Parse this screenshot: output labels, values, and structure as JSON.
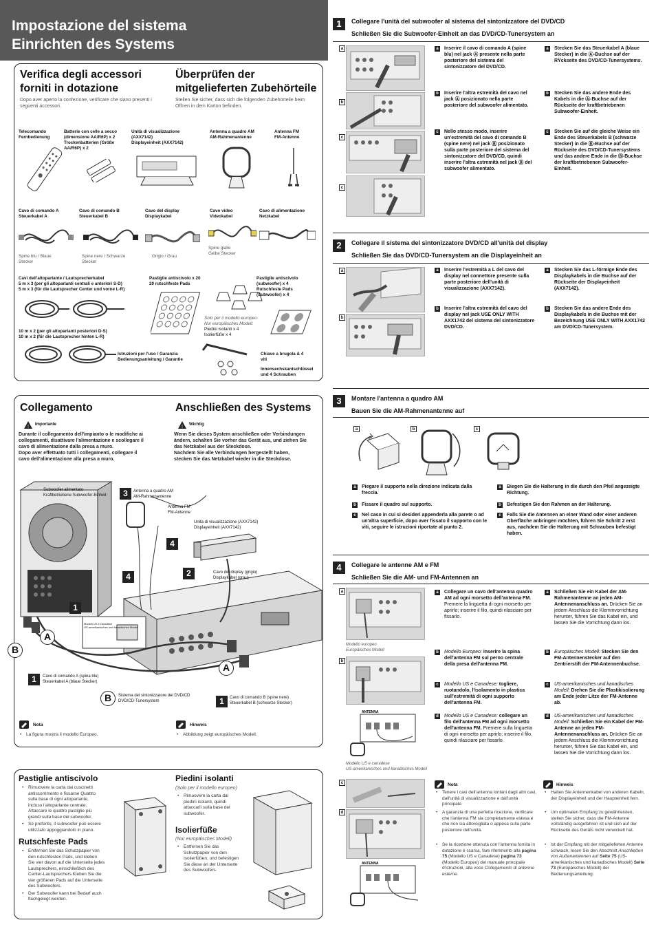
{
  "banner": {
    "line1": "Impostazione del sistema",
    "line2": "Einrichten des Systems"
  },
  "accessories": {
    "title_it": "Verifica degli accessori forniti in dotazione",
    "title_it_l1": "Verifica degli accessori",
    "title_it_l2": "forniti in dotazione",
    "intro_it": "Dopo aver aperto la confezione, verificare che siano presenti i seguenti accessori.",
    "title_de_l1": "Überprüfen der",
    "title_de_l2": "mitgelieferten Zubehörteile",
    "intro_de": "Stellen Sie sicher, dass sich die folgenden Zubehörteile beim Öffnen in dem Karton befinden.",
    "items": {
      "remote": "Telecomando Fernbedienung",
      "remote_l1": "Telecomando",
      "remote_l2": "Fernbedienung",
      "batt_l1": "Batterie con celle a secco",
      "batt_l2": "(dimensione AA/R6P) x 2",
      "batt_l3": "Trockenbatterien (Größe",
      "batt_l4": "AA/R6P) x 2",
      "disp_l1": "Unità di visualizzazione",
      "disp_l2": "(AXX7142)",
      "disp_l3": "Displayeinheit (AXX7142)",
      "am_l1": "Antenna a quadro AM",
      "am_l2": "AM-Rahmenantenne",
      "fm_l1": "Antenna FM",
      "fm_l2": "FM-Antenne",
      "cabA_l1": "Cavo di comando A",
      "cabA_l2": "Steuerkabel A",
      "cabA_sub_l1": "Spine blu / Blaue",
      "cabA_sub_l2": "Stecker",
      "cabB_l1": "Cavo di comando B",
      "cabB_l2": "Steuerkabel B",
      "cabB_sub_l1": "Spine nere / Schwarze",
      "cabB_sub_l2": "Stecker",
      "dispcab_l1": "Cavo del display",
      "dispcab_l2": "Displaykabel",
      "dispcab_sub": "Grigio / Grau",
      "video_l1": "Cavo video",
      "video_l2": "Videokabel",
      "video_sub_l1": "Spine gialle",
      "video_sub_l2": "Gelbe Stecker",
      "power_l1": "Cavo di alimentazione",
      "power_l2": "Netzkabel",
      "spk_l1": "Cavi dell'altoparlante / Lautsprecherkabel",
      "spk_l2": "5 m x 3 (per gli altoparlanti  centrali e anteriori S-D)",
      "spk_l3": "5 m x 3 (für die Lautsprecher Center und vorne L-R)",
      "spk_l4": "10 m x 2 (per gli altoparlanti posteriori D-S)",
      "spk_l5": "10 m x 2 (für die Lautsprecher hinten L-R)",
      "pads_l1": "Pastiglie antiscivolo x 20",
      "pads_l2": "20 rutschfeste Pads",
      "sub_pads_l1": "Pastiglie antiscivolo",
      "sub_pads_l2": "(subwoofer) x 4",
      "sub_pads_l3": "Rutschfeste Pads",
      "sub_pads_l4": "(Subwoofer) x 4",
      "eu_only_l1": "Solo per il modello europeo:",
      "eu_only_l2": "Nur europäisches Modell:",
      "feet_l1": "Piedini isolanti x 4",
      "feet_l2": "Isolierfüße x 4",
      "manual_l1": "Istruzioni per l'uso / Garanzia",
      "manual_l2": "Bedienungsanleitung / Garantie",
      "key_l1": "Chiave a brugola & 4",
      "key_l2": "viti",
      "key_l3": "Innensechskantschlüssel",
      "key_l4": "und 4 Schrauben"
    }
  },
  "connecting": {
    "title_it": "Collegamento",
    "title_de": "Anschließen des Systems",
    "important_label": "Importante",
    "important_l1": "Durante il collegamento dell'impianto o le modifiche ai",
    "important_l2": "collegamenti, disattivare l'alimentazione e scollegare il",
    "important_l3": "cavo di alimentazione dalla presa a muro.",
    "important_l4": "Dopo aver effettuato tutti i collegamenti, collegare il",
    "important_l5": "cavo dell'alimentazione alla presa a muro.",
    "wichtig_label": "Wichtig",
    "wichtig_l1": "Wenn Sie dieses System anschließen oder Verbindungen",
    "wichtig_l2": "ändern, schalten Sie vorher das Gerät aus, und ziehen Sie",
    "wichtig_l3": "das Netzkabel aus der Steckdose.",
    "wichtig_l4": "Nachdem Sie alle Verbindungen hergestellt haben,",
    "wichtig_l5": "stecken Sie das Netzkabel wieder in die Steckdose.",
    "labels": {
      "sub_l1": "Subwoofer alimentato",
      "sub_l2": "Kraftbetriebene Subwoofer-Einheit",
      "am_l1": "Antenna a quadro AM",
      "am_l2": "AM-Rahmenantenne",
      "fm_l1": "Antenna FM",
      "fm_l2": "FM-Antenne",
      "disp_l1": "Unità di visualizzazione (AXX7142)",
      "disp_l2": "Displayeinheit (AXX7142)",
      "dcab_l1": "Cavo del display (grigio)",
      "dcab_l2": "Displaykabel (grau)",
      "cabA_l1": "Cavo di comando A (spina blu)",
      "cabA_l2": "Steuerkabel A (blaue Stecker)",
      "tuner_l1": "Sistema del sintonizzatore del DVD/CD",
      "tuner_l2": "DVD/CD-Tunersystem",
      "cabB_l1": "Cavo di comando B (spine nere)",
      "cabB_l2": "Steuerkabel B (schwarze Stecker)",
      "usmodel_l1": "Modelli US e canadese",
      "usmodel_l2": "US-amerikanisches und kanadisches Modell",
      "n1": "1",
      "n2": "2",
      "n3": "3",
      "n4": "4",
      "lA": "A",
      "lB": "B"
    },
    "nota_label": "Nota",
    "nota_text": "La figura mostra il modello Europeo.",
    "hinweis_label": "Hinweis",
    "hinweis_text": "Abbildung zeigt europäisches Modell."
  },
  "pads": {
    "title_it": "Pastiglie antiscivolo",
    "it_b1_l1": "Rimuovere la carta dai cuscinetti",
    "it_b1_l2": "antiscorrimento e fissarne Quattro",
    "it_b1_l3": "sulla base di ogni altoparlante,",
    "it_b1_l4": "incluso l'altoparlante centrale.",
    "it_b1_l5": "Attaccare le quattro pastiglie più",
    "it_b1_l6": "grandi sulla base del subwoofer.",
    "it_b2_l1": "Se preferito, il subwoofer può essere",
    "it_b2_l2": "utilizzato appoggiandolo in piano.",
    "title_de": "Rutschfeste Pads",
    "de_b1_l1": "Entfernen Sie das Schutzpapier von",
    "de_b1_l2": "den rutschfesten Pads, und kleben",
    "de_b1_l3": "Sie vier davon auf die Unterseite jedes",
    "de_b1_l4": "Lautsprechers, einschließlich des",
    "de_b1_l5": "Center-Lautsprechers.Kleben Sie die",
    "de_b1_l6": "vier größeren Pads auf die Unterseite",
    "de_b1_l7": "des Subwoofers.",
    "de_b2_l1": "Der Subwoofer kann bei Bedarf auch",
    "de_b2_l2": "flachgelegt werden.",
    "feet_title_it": "Piedini isolanti",
    "feet_sub_it": "(Solo per il modello europeo)",
    "feet_it_l1": "Rimuovere la carta dai",
    "feet_it_l2": "piedini isolanti, quindi",
    "feet_it_l3": "attaccarli sulla base del",
    "feet_it_l4": "subwoofer.",
    "feet_title_de": "Isolierfüße",
    "feet_sub_de": "(Nur europäisches Modell)",
    "feet_de_l1": "Entfernen Sie das",
    "feet_de_l2": "Schutzpapier von den",
    "feet_de_l3": "Isolierfüßen, und befestigen",
    "feet_de_l4": "Sie diese an der Unterseite",
    "feet_de_l5": "des Subwoofers."
  },
  "s1": {
    "num": "1",
    "t_it": "Collegare l'unità del subwoofer al sistema del sintonizzatore del DVD/CD",
    "t_de": "Schließen Sie die Subwoofer-Einheit an das DVD/CD-Tunersystem an",
    "a_it": "Inserire il cavo di comando A (spine blu) nel jack Ⓐ presente nella parte posteriore del sistema del sintonizzatore del DVD/CD.",
    "a_de": "Stecken Sie das Steuerkabel A (blaue Stecker) in die Ⓐ-Buchse auf der RŸckseite des DVD/CD-Tunersystems.",
    "b_it": "Inserire l'altra estremità del cavo nel jack Ⓐ posizionato nella parte posteriore del subwoofer alimentato.",
    "b_de": "Stecken Sie das andere Ende des Kabels in die Ⓐ-Buchse auf der Rückseite der kraftbetriebenen Subwoofer-Einheit.",
    "c_it": "Nello stesso modo, inserire un'estremità del cavo di comando B (spine nere) nel jack Ⓑ posizionato sulla parte posteriore del sistema del sintonizzatore del DVD/CD, quindi inserire l'altra estremità nel jack Ⓑ del subwoofer alimentato.",
    "c_de": "Stecken Sie auf die gleiche Weise ein Ende des Steuerkabels B (schwarze Stecker) in die Ⓑ-Buchse auf der Rückseite des DVD/CD-Tunersystems und das andere Ende in die Ⓑ-Buchse der kraftbetriebenen Subwoofer-Einheit."
  },
  "s2": {
    "num": "2",
    "t_it": "Collegare il sistema del sintonizzatore DVD/CD all'unità del display",
    "t_de": "Schließen Sie das DVD/CD-Tunersystem an die Displayeinheit an",
    "a_it": "Inserire l'estremità a L del cavo del display nel connettore presente sulla parte posteriore dell'unità di visualizzazione (AXX7142).",
    "a_de": "Stecken Sie das L-förmige Ende des Displaykabels in die Buchse auf der Rückseite der Displayeinheit (AXX7142).",
    "b_it": "Inserire l'altra estremità del cavo del display nel jack USE ONLY WITH AXX1742 del sistema del sintonizzatore DVD/CD.",
    "b_de": "Stecken Sie das andere Ende des Displaykabels in die Buchse mit der Bezeichnung USE ONLY WITH AXX1742 am DVD/CD-Tunersystem."
  },
  "s3": {
    "num": "3",
    "t_it": "Montare l'antenna a quadro AM",
    "t_de": "Bauen Sie die AM-Rahmenantenne auf",
    "a_it": "Piegare il supporto nella direzione indicata dalla freccia.",
    "b_it": "Fissare il quadro sul supporto.",
    "c_it": "Nel caso in cui si desideri appenderla alla parete o ad un'altra superficie, dopo aver fissato il supporto con le viti, seguire le istruzioni riportate al punto 2.",
    "a_de": "Biegen Sie die Halterung in die durch den Pfeil angezeigte Richtung.",
    "b_de": "Befestigen Sie den Rahmen an der Halterung.",
    "c_de": "Falls Sie die Antennen an einer Wand oder einer anderen Oberfläche anbringen möchten, führen Sie Schritt 2 erst aus, nachdem Sie die Halterung mit Schrauben befestigt haben."
  },
  "s4": {
    "num": "4",
    "t_it": "Collegare le antenne AM e FM",
    "t_de": "Schließen Sie die AM- und FM-Antennen an",
    "eu_l1": "Modello europeo",
    "eu_l2": "Europäisches Modell",
    "us_l1": "Modello US e canadese",
    "us_l2": "US-amerikanisches und kanadisches Modell",
    "antenna": "ANTENNA",
    "a_it_b": "Collegare un cavo dell'antenna quadro AM ad ogni morsetto dell'antenna FM.",
    "a_it_n": "Premere la linguetta di ogni morsetto per aprirlo; inserire il filo, quindi rilasciare per fissarlo.",
    "a_de_b": "Schließen Sie ein Kabel der AM-Rahmenantenne an jeden AM-Antennenanschluss an.",
    "a_de_n": "Drücken Sie an jedem Anschluss die Klemmvorrichtung herunter, führen Sie das Kabel ein, und lassen Sie die Vorrichtung dann los.",
    "b_it_i": "Modello Europeo:",
    "b_it_b": "inserire la spina dell'antenna FM sul perno centrale della presa dell'antenna FM.",
    "b_de_i": "Europäisches Modell:",
    "b_de_b": "Stecken Sie den FM-Antennenstecker auf den Zentrierstift der FM-Antennenbuchse.",
    "c_it_i": "Modello US e Canadese:",
    "c_it_b": "togliere, ruotandolo, l'isolamento in plastica sull'estremità di ogni supporto dell'antenna FM.",
    "c_de_i": "US-amerikanisches und kanadisches Modell:",
    "c_de_b": "Drehen Sie die Plastikisolierung am Ende jeder Litze der FM-Antenne ab.",
    "d_it_i": "Modello US e Canadese:",
    "d_it_b": "collegare un filo dell'antenna FM ad ogni morsetto dell'antenna FM.",
    "d_it_n": "Premere sulla linguetta di ogni morsetto per aprirlo; inserire il filo, quindi rilasciare per fissarlo.",
    "d_de_i": "US-amerikanisches und kanadisches Modell:",
    "d_de_b": "Schließen Sie ein Kabel der FM-Antenne an jeden FM-Antennenanschluss an.",
    "d_de_n": "Drücken Sie an jedem Anschluss die Klemmvorrichtung herunter, führen Sie das Kabel ein, und lassen Sie die Vorrichtung dann los.",
    "nota_label": "Nota",
    "nota_b1": "Tenere i cavi dell'antenna lontani dagli altri cavi, dall'unità di visualizzazione e dall'unità principale.",
    "nota_b2_a": "A garanzia di una perfetta ricezione, verificare che l'antenna FM sia completamente estesa e che non sia attorcigliata o appesa sulla parte posteriore dell'unità.",
    "nota_b3_a": "Se la ricezione ottenuta con l'antenna fornita in dotazione è scarsa, fare riferimento alla",
    "nota_b3_p75": "pagina 75",
    "nota_b3_m1": "(Modello US e Canadese)",
    "nota_b3_p73": "pagina 73",
    "nota_b3_m2": "(Modello Europeo) del manuale principale d'istruzioni, alla voce",
    "nota_b3_i": "Collegamento di antenne esterne.",
    "hinweis_label": "Hinweis",
    "hin_b1": "Halten Sie Antennenkabel von anderen Kabeln, der Displayeinheit und der Haupteinheit fern.",
    "hin_b2": "Um optimalen Empfang zu gewährleisten, stellen Sie sicher, dass die FM-Antenne vollständig ausgefahren ist und sich auf der Rückseite des Geräts nicht verwickelt hat.",
    "hin_b3_a": "Ist der Empfang mit der mitgelieferten Antenne schwach, lesen Sie den Abschnitt",
    "hin_b3_i": "Anschließen von Außenantennen",
    "hin_b3_b": "auf",
    "hin_b3_p75": "Seite 75",
    "hin_b3_m1": "(US-amerikanisches und kanadisches Modell)",
    "hin_b3_p73": "Seite 73",
    "hin_b3_m2": "(Europäisches Modell) der Bedienungsanleitung."
  }
}
